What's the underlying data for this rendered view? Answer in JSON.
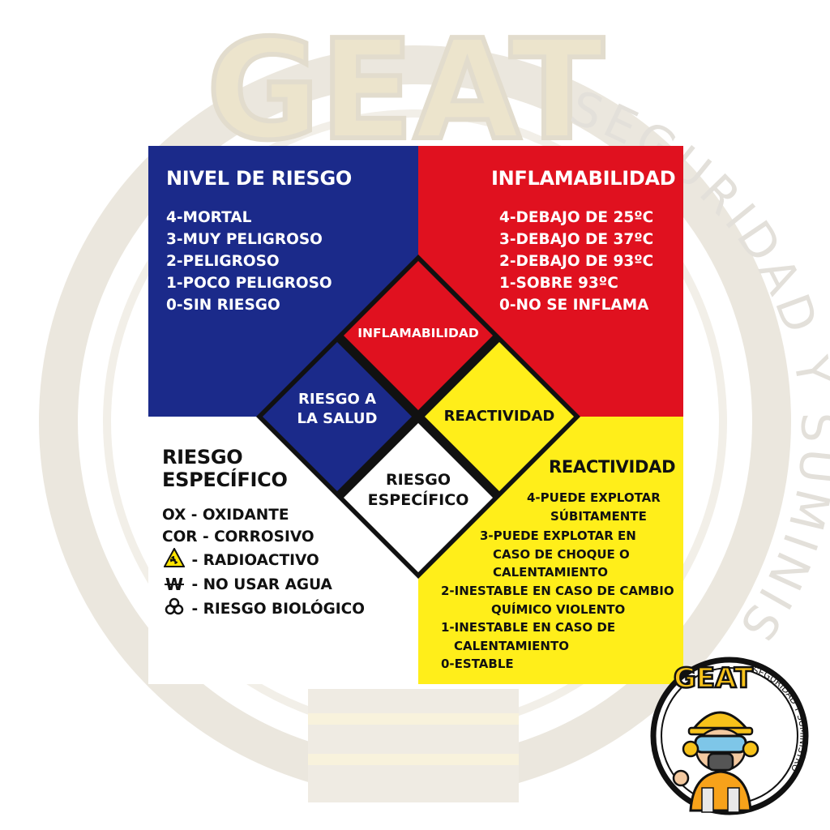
{
  "watermark": {
    "logo_text": "GEAT",
    "tagline": "SEGURIDAD Y SUMINISTROS"
  },
  "blue_panel": {
    "title": "NIVEL DE RIESGO",
    "items": [
      "4-MORTAL",
      "3-MUY PELIGROSO",
      "2-PELIGROSO",
      "1-POCO PELIGROSO",
      "0-SIN RIESGO"
    ]
  },
  "red_panel": {
    "title": "INFLAMABILIDAD",
    "items": [
      "4-DEBAJO DE 25ºC",
      "3-DEBAJO DE 37ºC",
      "2-DEBAJO DE 93ºC",
      "1-SOBRE 93ºC",
      "0-NO SE INFLAMA"
    ]
  },
  "white_panel": {
    "title_line1": "RIESGO",
    "title_line2": "ESPECÍFICO",
    "items": [
      {
        "text": "OX - OXIDANTE"
      },
      {
        "text": "COR - CORROSIVO"
      },
      {
        "icon": "radioactive-icon",
        "text": "- RADIOACTIVO"
      },
      {
        "icon": "no-water-icon",
        "symbol": "W",
        "text": "- NO USAR AGUA"
      },
      {
        "icon": "biohazard-icon",
        "text": "- RIESGO BIOLÓGICO"
      }
    ]
  },
  "yellow_panel": {
    "title": "REACTIVIDAD",
    "items": [
      "4-PUEDE EXPLOTAR",
      "SÚBITAMENTE",
      "3-PUEDE EXPLOTAR EN",
      "CASO DE CHOQUE O",
      "CALENTAMIENTO",
      "2-INESTABLE EN CASO DE CAMBIO",
      "QUÍMICO VIOLENTO",
      "1-INESTABLE EN CASO DE",
      "CALENTAMIENTO",
      "0-ESTABLE"
    ]
  },
  "diamond": {
    "top": "INFLAMABILIDAD",
    "left_line1": "RIESGO A",
    "left_line2": "LA SALUD",
    "right": "REACTIVIDAD",
    "bottom_line1": "RIESGO",
    "bottom_line2": "ESPECÍFICO"
  },
  "badge": {
    "logo_text": "GEAT",
    "tagline": "SEGURIDAD Y SUMINISTROS"
  },
  "colors": {
    "blue": "#1b2a8a",
    "red": "#e0111f",
    "yellow": "#ffee1a",
    "white": "#ffffff",
    "watermark": "#e9e3d3"
  }
}
